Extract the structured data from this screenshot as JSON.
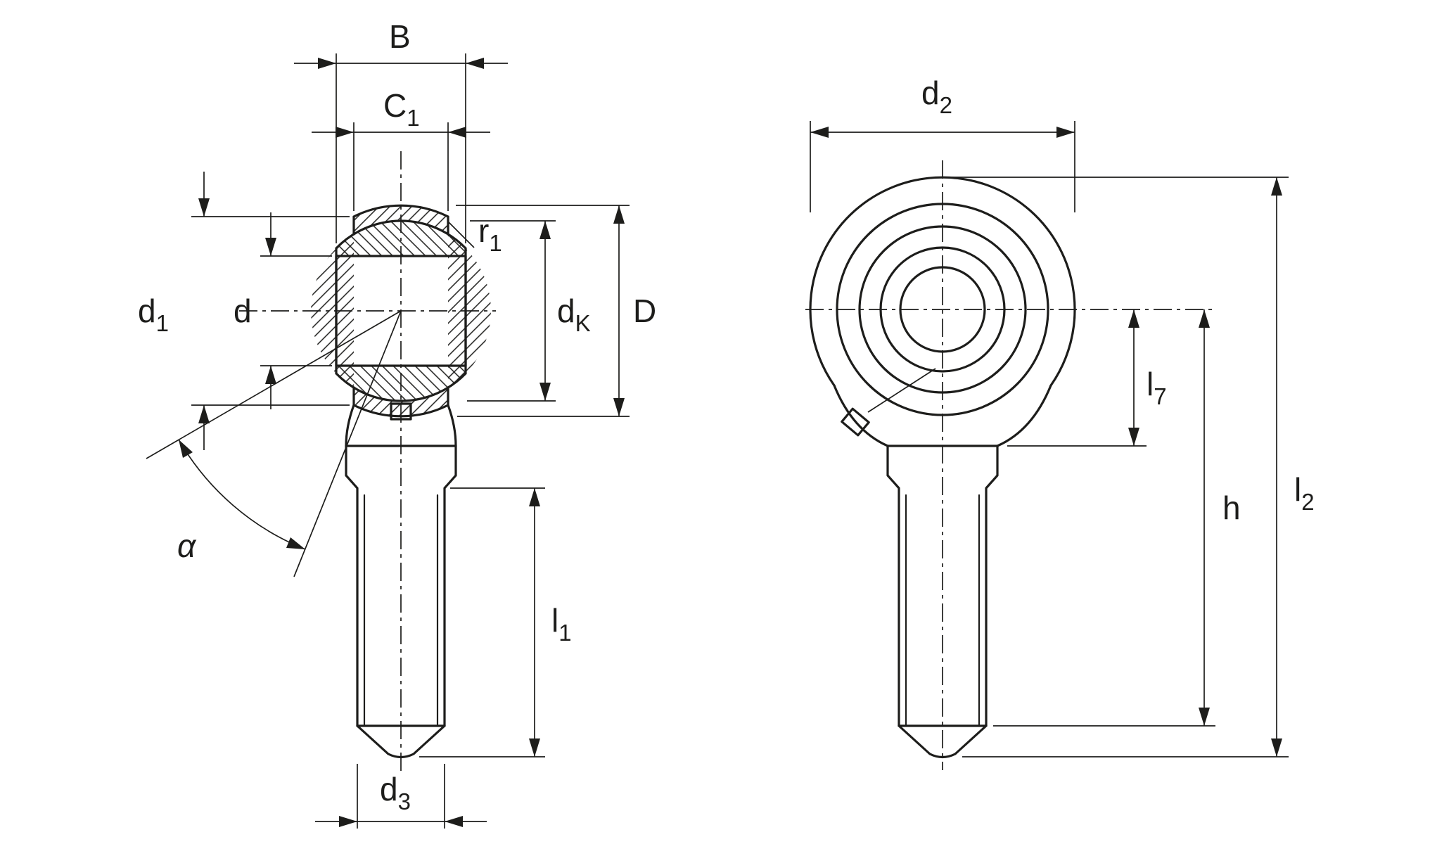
{
  "figure": {
    "type": "technical-drawing",
    "description": "Dimensional drawing of a rod end (spherical plain bearing head with male threaded shank), side section view and front view",
    "background_color": "#ffffff",
    "line_color": "#1d1d1b"
  },
  "views": {
    "left": "side section view",
    "right": "front view"
  },
  "labels": {
    "B": {
      "base": "B",
      "sub": ""
    },
    "C1": {
      "base": "C",
      "sub": "1"
    },
    "d1": {
      "base": "d",
      "sub": "1"
    },
    "d": {
      "base": "d",
      "sub": ""
    },
    "r1": {
      "base": "r",
      "sub": "1"
    },
    "dK": {
      "base": "d",
      "sub": "K"
    },
    "D": {
      "base": "D",
      "sub": ""
    },
    "alpha": {
      "base": "α",
      "sub": ""
    },
    "l1": {
      "base": "l",
      "sub": "1"
    },
    "d3": {
      "base": "d",
      "sub": "3"
    },
    "d2": {
      "base": "d",
      "sub": "2"
    },
    "l7": {
      "base": "l",
      "sub": "7"
    },
    "h": {
      "base": "h",
      "sub": ""
    },
    "l2": {
      "base": "l",
      "sub": "2"
    }
  }
}
